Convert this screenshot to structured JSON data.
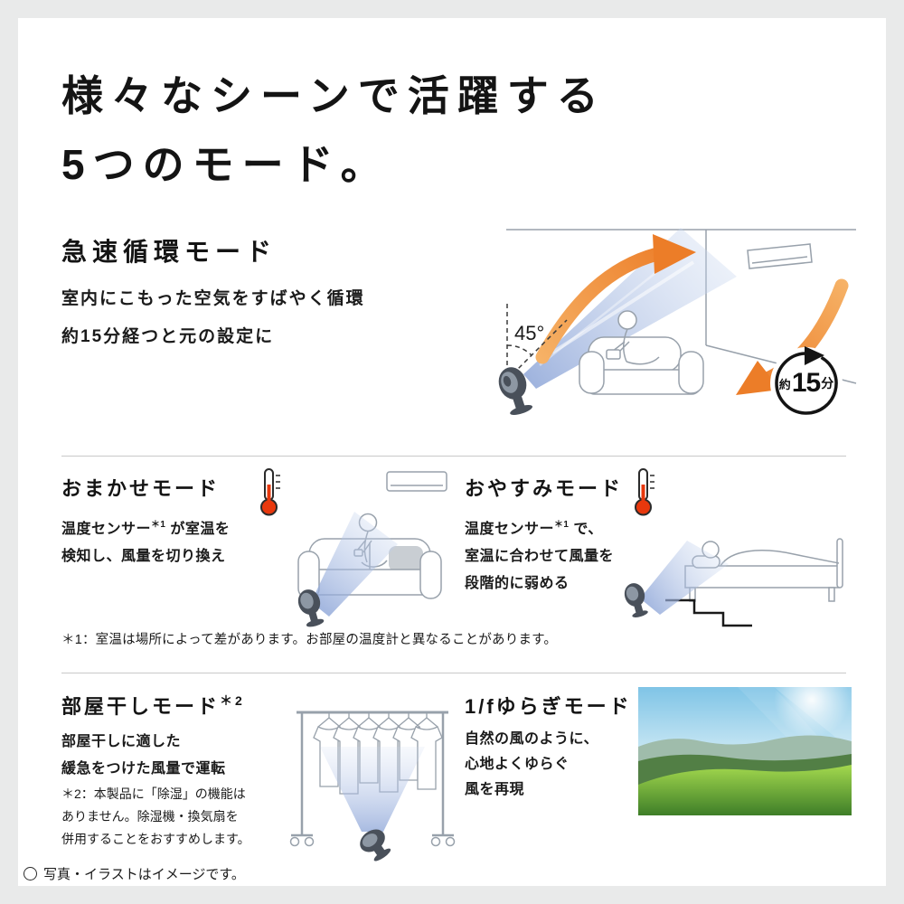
{
  "colors": {
    "accent_orange": "#ec7d28",
    "beam_blue": "#8ea6d8",
    "thermometer_red": "#e8380d",
    "line_gray": "#98a1ab"
  },
  "header": {
    "title_line1": "様々なシーンで活躍する",
    "title_line2": "5つのモード。"
  },
  "rapid": {
    "heading": "急速循環モード",
    "desc_lines": [
      "室内にこもった空気をすばやく循環",
      "約15分経つと元の設定に"
    ],
    "angle_label": "45°",
    "timer_badge": {
      "prefix": "約",
      "value": "15",
      "suffix": "分"
    }
  },
  "omakase": {
    "heading": "おまかせモード",
    "line1_pre": "温度センサー",
    "line1_sup": "＊1",
    "line1_post": " が室温を",
    "line2": "検知し、風量を切り換え"
  },
  "oyasumi": {
    "heading": "おやすみモード",
    "line1_pre": "温度センサー",
    "line1_sup": "＊1",
    "line1_post": " で、",
    "line2": "室温に合わせて風量を",
    "line3": "段階的に弱める"
  },
  "note1": "＊1：室温は場所によって差があります。お部屋の温度計と異なることがあります。",
  "heyaboshi": {
    "heading": "部屋干しモード",
    "heading_sup": "＊2",
    "desc_lines": [
      "部屋干しに適した",
      "緩急をつけた風量で運転"
    ],
    "note_lines": [
      "＊2：本製品に「除湿」の機能は",
      "ありません。除湿機・換気扇を",
      "併用することをおすすめします。"
    ]
  },
  "yuragi": {
    "heading": "1/fゆらぎモード",
    "desc_lines": [
      "自然の風のように、",
      "心地よくゆらぐ",
      "風を再現"
    ]
  },
  "footer": {
    "note": "写真・イラストはイメージです。"
  }
}
